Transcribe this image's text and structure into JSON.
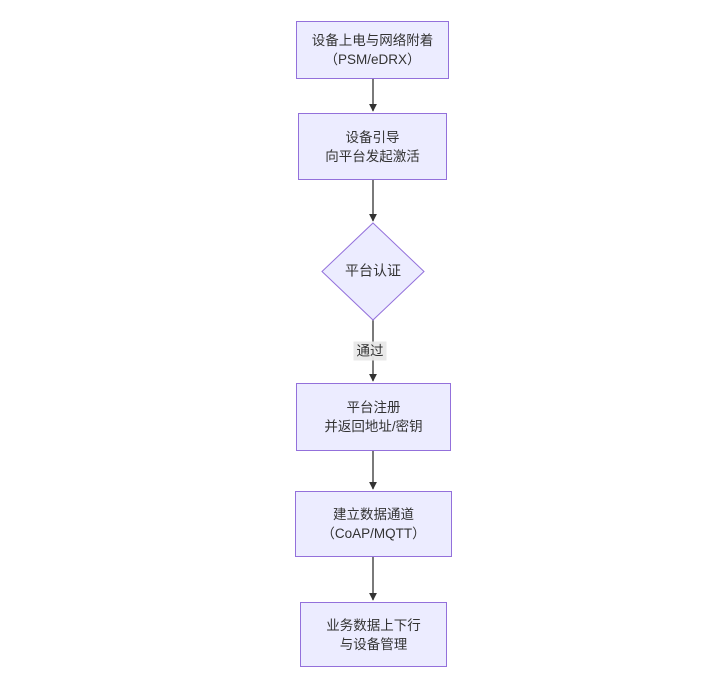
{
  "diagram": {
    "type": "flowchart",
    "direction": "top-down",
    "nodes": [
      {
        "id": "attach",
        "shape": "rect",
        "lines": [
          "设备上电与网络附着",
          "（PSM/eDRX）"
        ]
      },
      {
        "id": "bootstrap",
        "shape": "rect",
        "lines": [
          "设备引导",
          "向平台发起激活"
        ]
      },
      {
        "id": "auth",
        "shape": "diamond",
        "lines": [
          "平台认证"
        ]
      },
      {
        "id": "register",
        "shape": "rect",
        "lines": [
          "平台注册",
          "并返回地址/密钥"
        ]
      },
      {
        "id": "channel",
        "shape": "rect",
        "lines": [
          "建立数据通道",
          "（CoAP/MQTT）"
        ]
      },
      {
        "id": "business",
        "shape": "rect",
        "lines": [
          "业务数据上下行",
          "与设备管理"
        ]
      }
    ],
    "edges": [
      {
        "from": "attach",
        "to": "bootstrap",
        "label": ""
      },
      {
        "from": "bootstrap",
        "to": "auth",
        "label": ""
      },
      {
        "from": "auth",
        "to": "register",
        "label": "通过"
      },
      {
        "from": "register",
        "to": "channel",
        "label": ""
      },
      {
        "from": "channel",
        "to": "business",
        "label": ""
      }
    ],
    "colors": {
      "node_fill": "#ECECFF",
      "node_border": "#9370DB",
      "text": "#333333",
      "edge_line": "#333333",
      "edge_label_bg": "#E8E8E8",
      "background": "#FFFFFF"
    }
  }
}
